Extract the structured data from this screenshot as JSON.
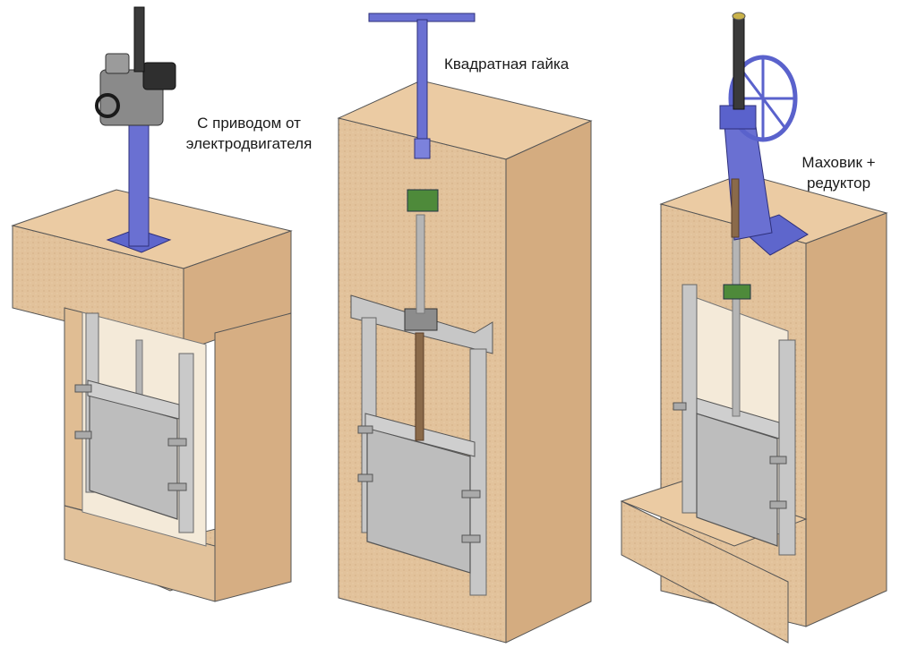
{
  "labels": {
    "motor_drive": [
      "С приводом от",
      "электродвигателя"
    ],
    "square_nut": "Квадратная гайка",
    "handwheel": [
      "Маховик +",
      "редуктор"
    ]
  },
  "colors": {
    "concrete_top": "#e8c9a2",
    "concrete_front": "#deb98f",
    "concrete_side": "#d2aa7f",
    "frame_steel": "#c4c4c4",
    "gate_plate": "#bdbdbd",
    "drive_blue": "#6a70d2",
    "stem_dark": "#4a4a4a",
    "stem_brown": "#8a6a4a",
    "bracket_green": "#4e8a3a"
  },
  "icons": [
    "electric-actuator-icon",
    "t-handle-icon",
    "handwheel-icon"
  ]
}
